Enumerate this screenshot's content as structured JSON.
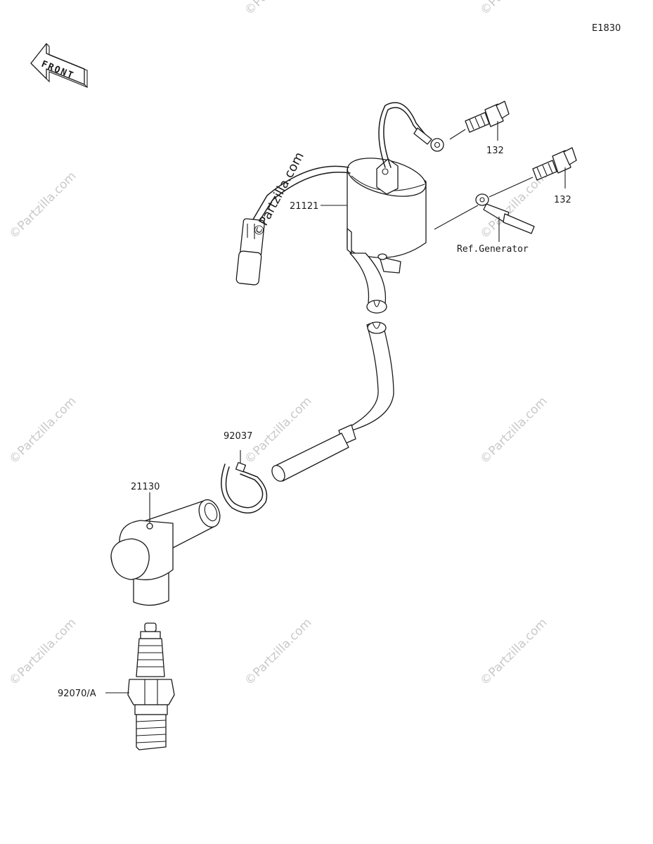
{
  "diagram_code": "E1830",
  "front_label": "FRONT",
  "watermark": "©Partzilla.com",
  "callouts": {
    "bolt_upper": "132",
    "bolt_lower": "132",
    "ignition_coil": "21121",
    "ref_generator": "Ref.Generator",
    "clamp": "92037",
    "plug_cap": "21130",
    "spark_plug": "92070/A"
  }
}
